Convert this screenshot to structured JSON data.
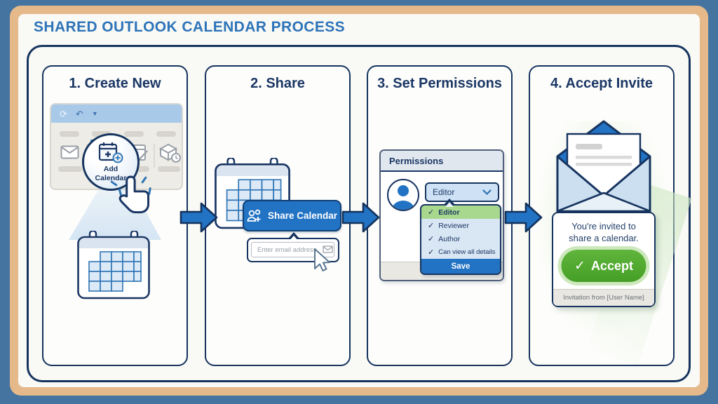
{
  "title": "SHARED OUTLOOK CALENDAR PROCESS",
  "colors": {
    "background": "#44749f",
    "frame": "#e5b98a",
    "navy": "#1b3765",
    "accent_blue": "#2273c4",
    "title_blue": "#2d74b9",
    "accept_green": "#4da42d",
    "highlight_green": "#a8d88e"
  },
  "steps": {
    "step1": {
      "heading": "1. Create New",
      "add_calendar_label": "Add Calendar"
    },
    "step2": {
      "heading": "2. Share",
      "share_button_label": "Share Calendar",
      "email_placeholder": "Enter email address"
    },
    "step3": {
      "heading": "3. Set Permissions",
      "dialog_title": "Permissions",
      "selected_role": "Editor",
      "menu_items": [
        "Editor",
        "Reviewer",
        "Author",
        "Can view all details"
      ],
      "save_label": "Save"
    },
    "step4": {
      "heading": "4. Accept Invite",
      "invite_message_line1": "You're invited to",
      "invite_message_line2": "share a calendar.",
      "accept_label": "Accept",
      "footer_note": "Invitation from [User Name]"
    }
  }
}
